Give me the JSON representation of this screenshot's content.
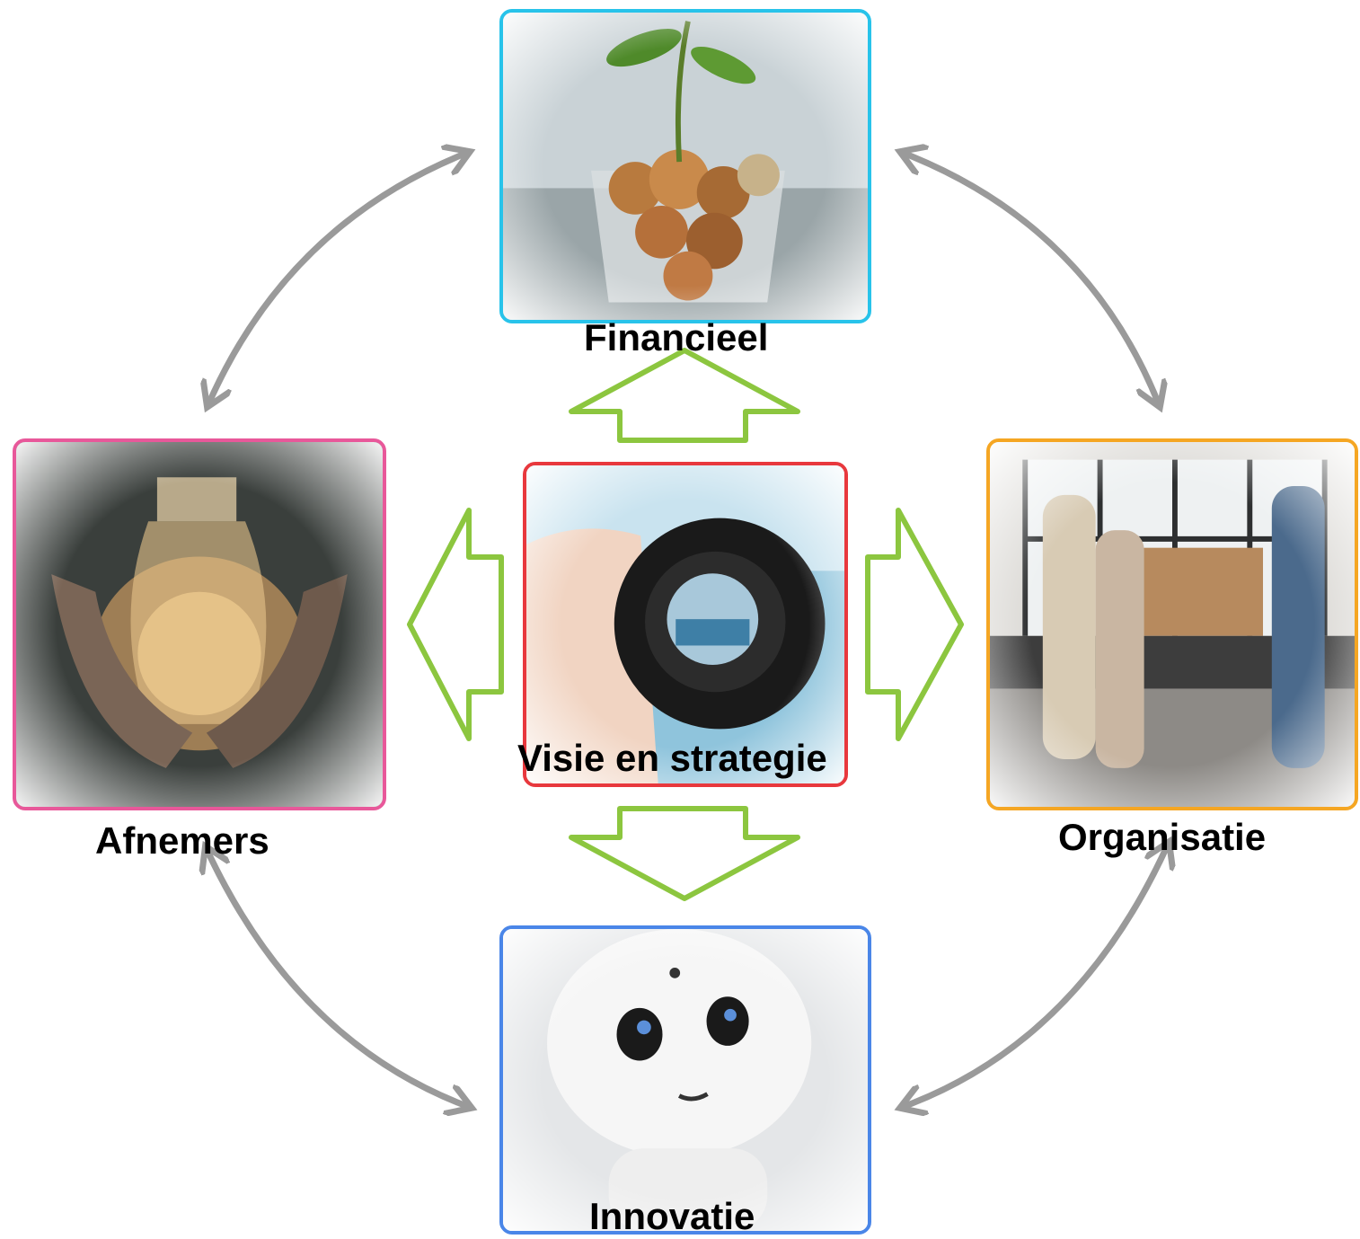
{
  "nodes": {
    "center": {
      "label": "Visie en strategie",
      "border": "#e8383d",
      "image": "camera-lens-photo"
    },
    "top": {
      "label": "Financieel",
      "border": "#28c3ea",
      "image": "coins-plant-photo"
    },
    "left": {
      "label": "Afnemers",
      "border": "#e8589a",
      "image": "lightbulb-hands-photo"
    },
    "right": {
      "label": "Organisatie",
      "border": "#f5a623",
      "image": "team-meeting-photo"
    },
    "bottom": {
      "label": "Innovatie",
      "border": "#4a86e8",
      "image": "robot-photo"
    }
  },
  "colors": {
    "green_arrow": "#8cc63f",
    "grey_arrow": "#9a9a9a"
  }
}
